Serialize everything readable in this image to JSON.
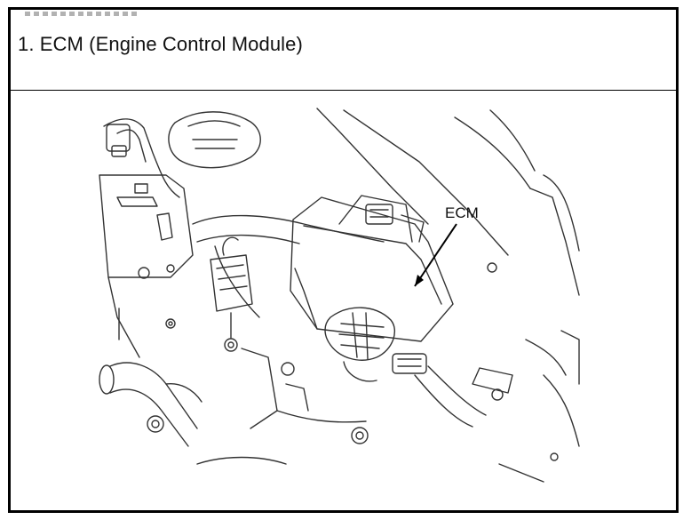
{
  "section": {
    "title": "1. ECM (Engine Control Module)"
  },
  "figure": {
    "callout_label": "ECM",
    "subject": "engine-bay-line-drawing"
  }
}
